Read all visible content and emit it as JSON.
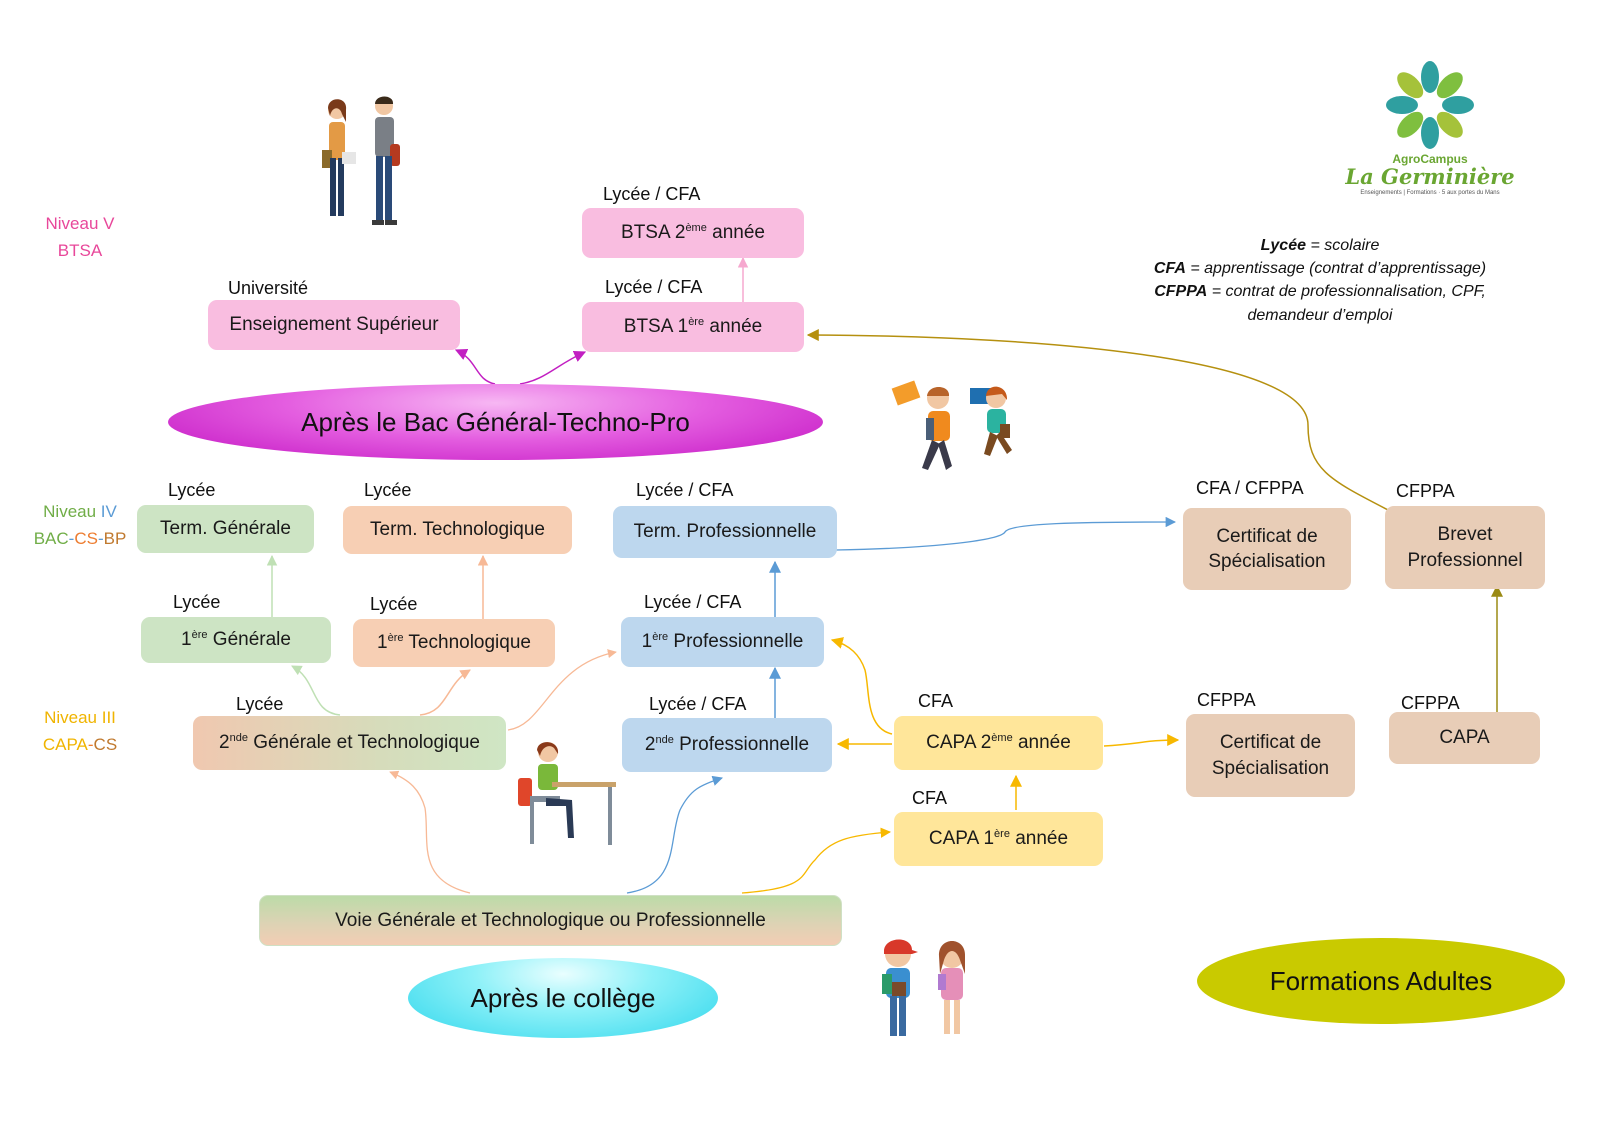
{
  "logo": {
    "line1": "AgroCampus",
    "line2": "La Germinière",
    "tagline": "Enseignements | Formations · 5 aux portes du Mans"
  },
  "legend": [
    {
      "term": "Lycée",
      "def": " = scolaire"
    },
    {
      "term": "CFA",
      "def": " = apprentissage (contrat d’apprentissage)"
    },
    {
      "term": "CFPPA",
      "def": " = contrat de professionnalisation, CPF,"
    },
    {
      "term": "",
      "def": "demandeur d’emploi"
    }
  ],
  "levels": {
    "v": {
      "line1": "Niveau V",
      "line2": "BTSA",
      "color": "#e8479a"
    },
    "iv": {
      "w1": "Niveau",
      "w2": "IV",
      "a": "BAC",
      "b": "CS",
      "c": "BP"
    },
    "iii": {
      "line1": "Niveau III",
      "a": "CAPA",
      "b": "CS"
    }
  },
  "ellipses": {
    "bac": "Après le Bac Général-Techno-Pro",
    "college": "Après le collège",
    "adultes": "Formations Adultes"
  },
  "boxes": {
    "sup": {
      "cap": "Université",
      "text": "Enseignement Supérieur"
    },
    "btsa2": {
      "cap": "Lycée / CFA",
      "pre": "BTSA 2",
      "sup": "ème",
      "post": " année"
    },
    "btsa1": {
      "cap": "Lycée / CFA",
      "pre": "BTSA 1",
      "sup": "ère",
      "post": " année"
    },
    "termg": {
      "cap": "Lycée",
      "text": "Term. Générale"
    },
    "termt": {
      "cap": "Lycée",
      "text": "Term. Technologique"
    },
    "termp": {
      "cap": "Lycée / CFA",
      "text": "Term. Professionnelle"
    },
    "premg": {
      "cap": "Lycée",
      "pre": "1",
      "sup": "ère",
      "post": " Générale"
    },
    "premt": {
      "cap": "Lycée",
      "pre": "1",
      "sup": "ère",
      "post": " Technologique"
    },
    "premp": {
      "cap": "Lycée / CFA",
      "pre": "1",
      "sup": "ère",
      "post": " Professionnelle"
    },
    "secgt": {
      "cap": "Lycée",
      "pre": "2",
      "sup": "nde",
      "post": " Générale et Technologique"
    },
    "secp": {
      "cap": "Lycée / CFA",
      "pre": "2",
      "sup": "nde",
      "post": " Professionnelle"
    },
    "capa2": {
      "cap": "CFA",
      "pre": "CAPA 2",
      "sup": "ème",
      "post": " année"
    },
    "capa1": {
      "cap": "CFA",
      "pre": "CAPA 1",
      "sup": "ère",
      "post": " année"
    },
    "voie": {
      "text": "Voie Générale et Technologique ou Professionnelle"
    },
    "cs1": {
      "cap": "CFA / CFPPA",
      "line1": "Certificat de",
      "line2": "Spécialisation"
    },
    "cs2": {
      "cap": "CFPPA",
      "line1": "Certificat de",
      "line2": "Spécialisation"
    },
    "bp": {
      "cap": "CFPPA",
      "line1": "Brevet",
      "line2": "Professionnel"
    },
    "capa": {
      "cap": "CFPPA",
      "text": "CAPA"
    }
  },
  "icons": [
    "students-pair-icon",
    "jumping-students-icon",
    "student-desk-icon",
    "schoolkids-icon",
    "flower-logo-icon"
  ]
}
